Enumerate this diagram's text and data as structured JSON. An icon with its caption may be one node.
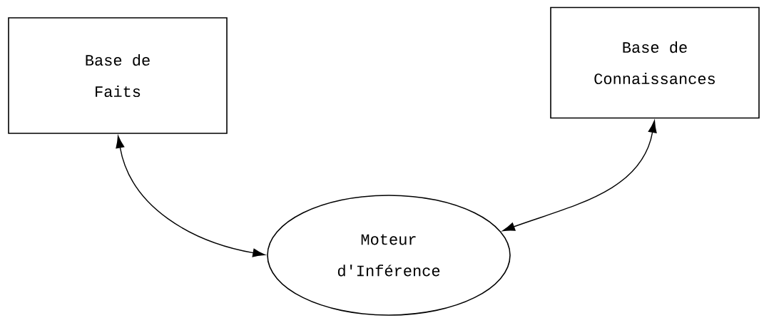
{
  "diagram": {
    "nodes": [
      {
        "text": [
          "Base de Faits"
        ]
      },
      {
        "text": [
          "Base de Connaissances"
        ]
      },
      {
        "text": [
          "Moteur d'Inférence"
        ]
      }
    ],
    "edges": [
      {
        "from": 0,
        "to": 2,
        "arrow": "both"
      },
      {
        "from": 1,
        "to": 2,
        "arrow": "both"
      }
    ]
  }
}
